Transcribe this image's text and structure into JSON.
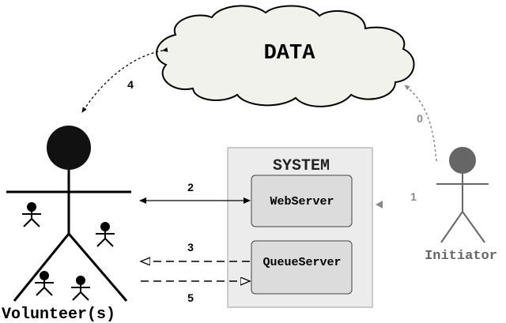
{
  "cloud": {
    "label": "DATA"
  },
  "system": {
    "title": "SYSTEM"
  },
  "servers": {
    "web": {
      "label": "WebServer"
    },
    "queue": {
      "label": "QueueServer"
    }
  },
  "actors": {
    "volunteer": {
      "label": "Volunteer(s)"
    },
    "initiator": {
      "label": "Initiator"
    }
  },
  "edges": {
    "e0": {
      "label": "0"
    },
    "e1": {
      "label": "1"
    },
    "e2": {
      "label": "2"
    },
    "e3": {
      "label": "3"
    },
    "e4": {
      "label": "4"
    },
    "e5": {
      "label": "5"
    }
  },
  "colors": {
    "cloud_fill": "#f2f2ec",
    "system_fill": "#ececec",
    "server_fill": "#dcdcdc",
    "initiator": "#666666",
    "edge_gray": "#888888"
  }
}
